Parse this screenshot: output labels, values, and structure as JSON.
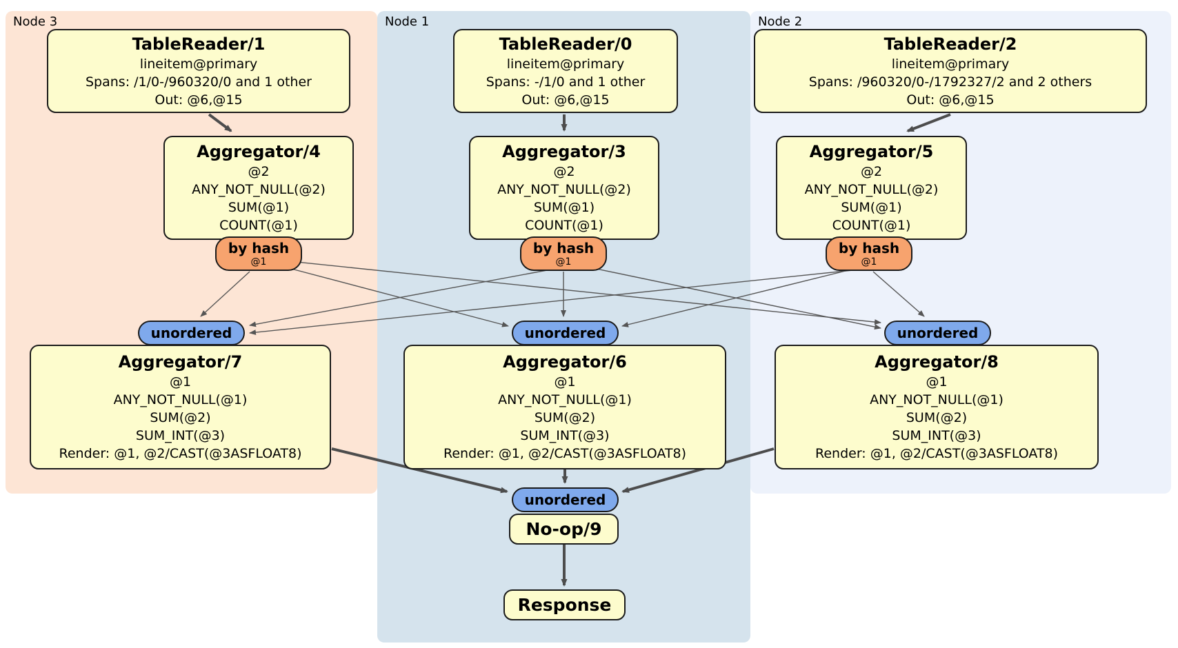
{
  "diagram": {
    "panels": {
      "node3": {
        "label": "Node 3"
      },
      "node1": {
        "label": "Node 1"
      },
      "node2": {
        "label": "Node 2"
      }
    },
    "processors": {
      "tr1": {
        "title": "TableReader/1",
        "lines": [
          "lineitem@primary",
          "Spans: /1/0-/960320/0 and 1 other",
          "Out: @6,@15"
        ]
      },
      "tr0": {
        "title": "TableReader/0",
        "lines": [
          "lineitem@primary",
          "Spans: -/1/0 and 1 other",
          "Out: @6,@15"
        ]
      },
      "tr2": {
        "title": "TableReader/2",
        "lines": [
          "lineitem@primary",
          "Spans: /960320/0-/1792327/2 and 2 others",
          "Out: @6,@15"
        ]
      },
      "agg4": {
        "title": "Aggregator/4",
        "lines": [
          "@2",
          "ANY_NOT_NULL(@2)",
          "SUM(@1)",
          "COUNT(@1)"
        ]
      },
      "agg3": {
        "title": "Aggregator/3",
        "lines": [
          "@2",
          "ANY_NOT_NULL(@2)",
          "SUM(@1)",
          "COUNT(@1)"
        ]
      },
      "agg5": {
        "title": "Aggregator/5",
        "lines": [
          "@2",
          "ANY_NOT_NULL(@2)",
          "SUM(@1)",
          "COUNT(@1)"
        ]
      },
      "agg7": {
        "title": "Aggregator/7",
        "lines": [
          "@1",
          "ANY_NOT_NULL(@1)",
          "SUM(@2)",
          "SUM_INT(@3)",
          "Render: @1, @2/CAST(@3ASFLOAT8)"
        ]
      },
      "agg6": {
        "title": "Aggregator/6",
        "lines": [
          "@1",
          "ANY_NOT_NULL(@1)",
          "SUM(@2)",
          "SUM_INT(@3)",
          "Render: @1, @2/CAST(@3ASFLOAT8)"
        ]
      },
      "agg8": {
        "title": "Aggregator/8",
        "lines": [
          "@1",
          "ANY_NOT_NULL(@1)",
          "SUM(@2)",
          "SUM_INT(@3)",
          "Render: @1, @2/CAST(@3ASFLOAT8)"
        ]
      },
      "noop": {
        "title": "No-op/9"
      },
      "response": {
        "title": "Response"
      }
    },
    "routers": {
      "by_hash": {
        "label": "by hash",
        "detail": "@1"
      },
      "unordered": {
        "label": "unordered"
      }
    }
  },
  "colors": {
    "panel-node3": "#fde5d5",
    "panel-node1": "#d5e3ed",
    "panel-node2": "#edf2fb",
    "box-bg": "#fdfccd",
    "box-border": "#1a1a1a",
    "router-hash-bg": "#f7a36e",
    "router-unordered-bg": "#7fa9ec",
    "edge": "#4d4d4d",
    "edge-thin": "#555555",
    "text": "#000000"
  }
}
